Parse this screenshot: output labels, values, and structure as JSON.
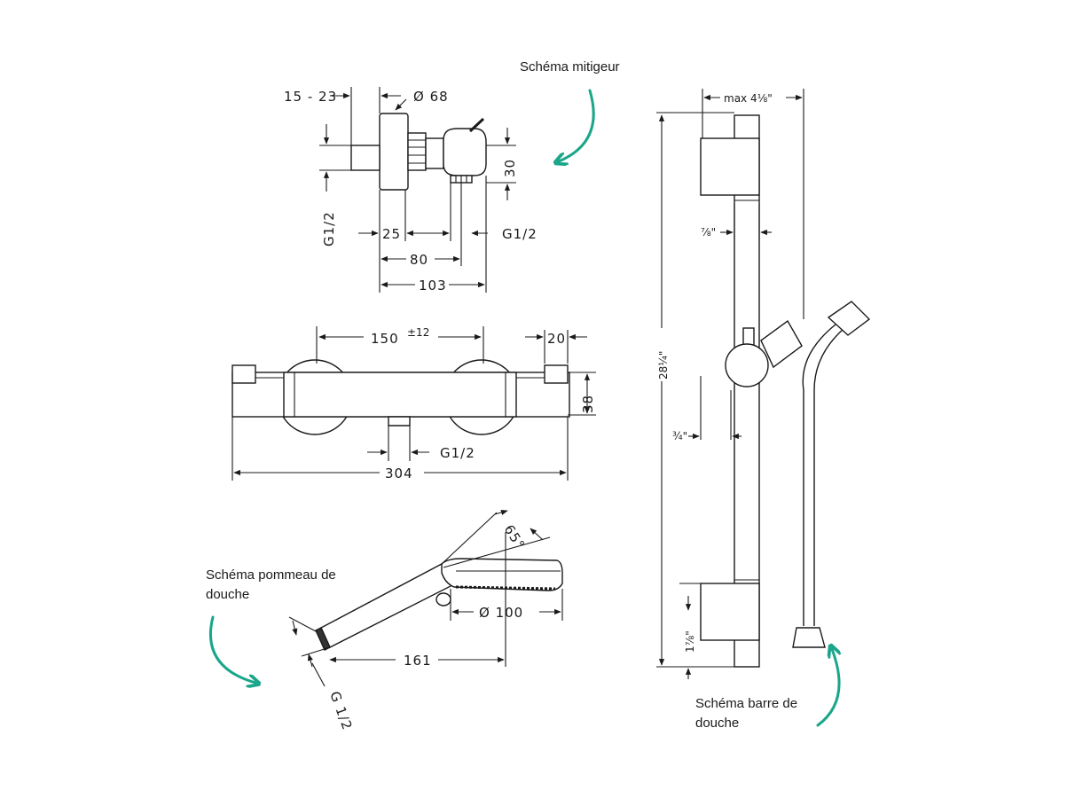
{
  "captions": {
    "mixer": "Schéma mitigeur",
    "shower_head_line1": "Schéma pommeau de",
    "shower_head_line2": "douche",
    "bar_line1": "Schéma barre de",
    "bar_line2": "douche"
  },
  "mixer_side_view": {
    "wall_offset": "15 - 23",
    "diameter": "Ø 68",
    "height": "30",
    "inlet_thread_left": "G1/2",
    "d25": "25",
    "outlet_thread": "G1/2",
    "d80": "80",
    "d103": "103"
  },
  "mixer_front_view": {
    "centres": "150",
    "centres_tolerance": "±12",
    "end_width": "20",
    "depth": "38",
    "outlet_thread": "G1/2",
    "total_length": "304"
  },
  "shower_head": {
    "angle": "65°",
    "head_diameter": "Ø  100",
    "length": "161",
    "thread": "G 1/2"
  },
  "shower_bar": {
    "max_width": "max 4⅛\"",
    "bar_width": "⅞\"",
    "bar_length": "28¼\"",
    "slider_offset": "¾\"",
    "bracket_height": "1⅞\""
  },
  "colors": {
    "accent_arrows": "#1aa68a",
    "line": "#1a1a1a",
    "background": "#ffffff"
  }
}
